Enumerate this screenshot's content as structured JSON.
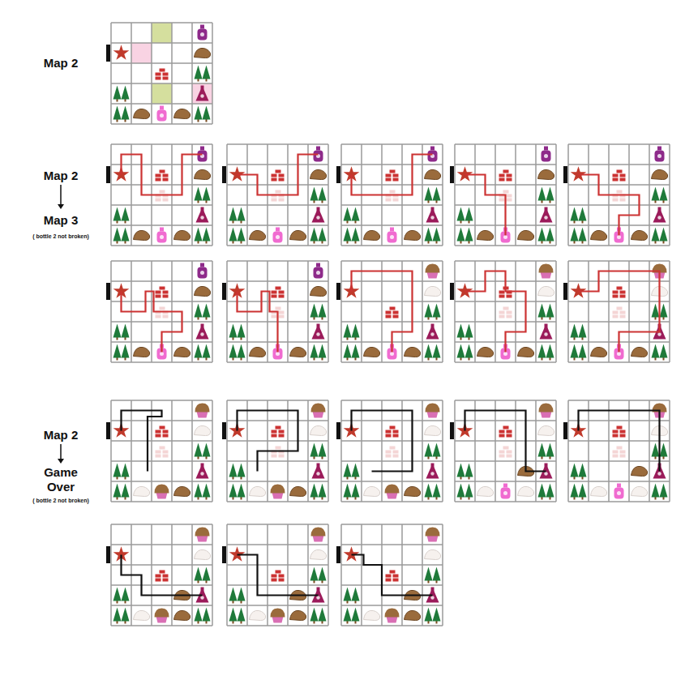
{
  "diagram": {
    "labels": [
      "Map 2",
      "Map 2",
      "Map 3",
      "( bottle 2 not broken)",
      "Map 2",
      "Game Over",
      "( bottle 2 not broken)"
    ]
  }
}
